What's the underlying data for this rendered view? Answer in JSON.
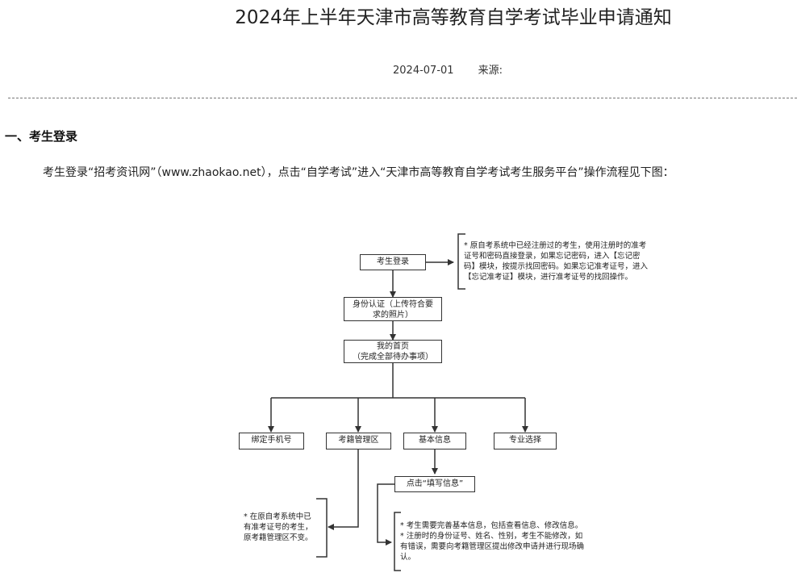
{
  "article": {
    "title": "2024年上半年天津市高等教育自学考试毕业申请通知",
    "date": "2024-07-01",
    "source_label": "来源:",
    "section1_heading": "一、考生登录",
    "section1_text": "考生登录“招考资讯网”（www.zhaokao.net），点击“自学考试”进入“天津市高等教育自学考试考生服务平台”操作流程见下图："
  },
  "flowchart": {
    "login": "考生登录",
    "identity_line1": "身份认证（上传符合要",
    "identity_line2": "求的照片）",
    "home_line1": "我的首页",
    "home_line2": "（完成全部待办事项）",
    "bind_phone": "绑定手机号",
    "registry": "考籍管理区",
    "basic_info": "基本信息",
    "major_select": "专业选择",
    "fill_info": "点击“填写信息”",
    "note_login": [
      "* 原自考系统中已经注册过的考生，使用注册时的准考",
      "证号和密码直接登录，如果忘记密码，进入【忘记密",
      "码】模块，按提示找回密码。如果忘记准考证号，进入",
      "【忘记准考证】模块，进行准考证号的找回操作。"
    ],
    "note_registry": [
      "* 在原自考系统中已",
      "有准考证号的考生，",
      "原考籍管理区不变。"
    ],
    "note_basic": [
      "* 考生需要完善基本信息，包括查看信息、修改信息。",
      "* 注册时的身份证号、姓名、性别，考生不能修改，如",
      "有错误，需要向考籍管理区提出修改申请并进行现场确",
      "认。"
    ]
  }
}
